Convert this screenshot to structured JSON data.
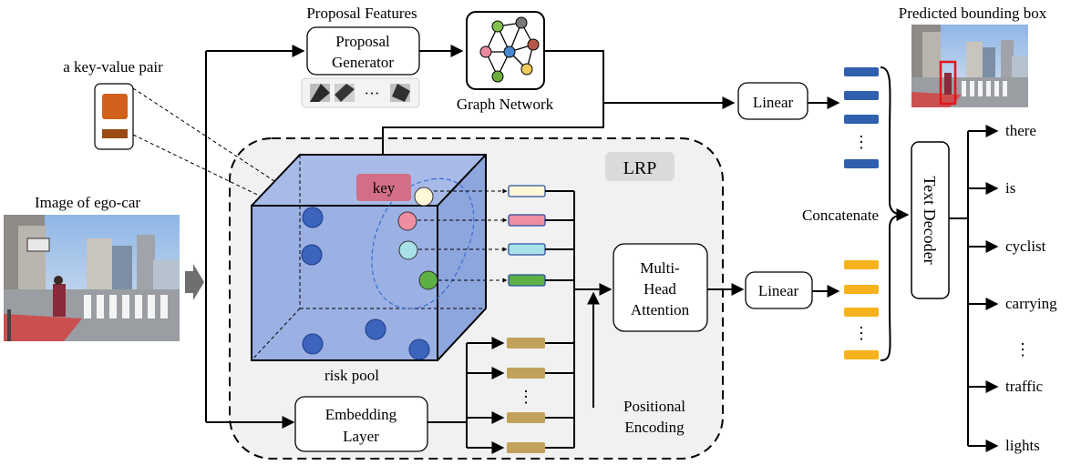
{
  "labels": {
    "proposal_features": "Proposal Features",
    "proposal_generator_line1": "Proposal",
    "proposal_generator_line2": "Generator",
    "dots": "···",
    "graph_network": "Graph Network",
    "linear_top": "Linear",
    "linear_bottom": "Linear",
    "predicted_bbox": "Predicted bounding box",
    "key_value_pair": "a key-value pair",
    "image_ego_car": "Image of ego-car",
    "lrp": "LRP",
    "key": "key",
    "risk_pool": "risk pool",
    "mha_line1": "Multi-",
    "mha_line2": "Head",
    "mha_line3": "Attention",
    "embedding_line1": "Embedding",
    "embedding_line2": "Layer",
    "positional_line1": "Positional",
    "positional_line2": "Encoding",
    "concatenate": "Concatenate",
    "text_decoder": "Text Decoder",
    "vdots": "⋮"
  },
  "output_words": [
    "there",
    "is",
    "cyclist",
    "carrying",
    "traffic",
    "lights"
  ],
  "colors": {
    "blue_token": "#2f5fad",
    "orange_token": "#f5b21c",
    "tan_token": "#c2a25a",
    "cube_face": "#9bb0e3",
    "ball_blue": "#3c64bd",
    "key_pink": "#d36e87",
    "value_cream": "#fff7d6",
    "value_pink": "#ef8ea1",
    "value_cyan": "#a8e2e8",
    "value_green": "#5cb044",
    "kv_orange": "#d0621c",
    "kv_brown": "#9a4a12",
    "lrp_bg": "#f1f1f1",
    "lrp_tag": "#dadada",
    "bbox_red": "#e3141b"
  },
  "icons": {
    "scene_photo": "street-scene-image",
    "predicted_photo": "street-scene-with-bbox-image",
    "graph": "graph-network-icon",
    "kv_card": "key-value-card-icon",
    "arrow": "gray-block-arrow-icon"
  }
}
